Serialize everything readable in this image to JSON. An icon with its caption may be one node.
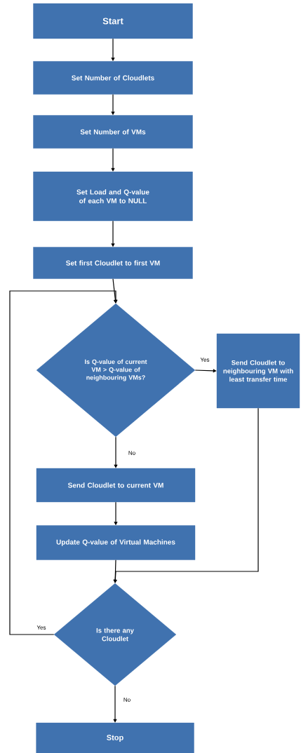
{
  "diagram": {
    "nodes": [
      {
        "text": [
          "Start"
        ]
      },
      {
        "text": [
          "Set Number of Cloudlets"
        ]
      },
      {
        "text": [
          "Set Number of VMs"
        ]
      },
      {
        "text": [
          "Set Load and Q-value of each VM to NULL"
        ]
      },
      {
        "text": [
          "Set first Cloudlet to first VM"
        ]
      },
      {
        "text": [
          "Is Q-value of current VM > Q-value of neighbouring VMs?"
        ]
      },
      {
        "text": [
          "Send Cloudlet to neighbouring VM with least transfer time"
        ]
      },
      {
        "text": [
          "Send Cloudlet to current VM"
        ]
      },
      {
        "text": [
          "Update Q-value of Virtual Machines"
        ]
      },
      {
        "text": [
          "Is there any Cloudlet"
        ]
      },
      {
        "text": [
          "Stop"
        ]
      }
    ],
    "edges": [
      {
        "from": 0,
        "to": 1,
        "arrow": "to"
      },
      {
        "from": 1,
        "to": 2,
        "arrow": "to"
      },
      {
        "from": 2,
        "to": 3,
        "arrow": "to"
      },
      {
        "from": 3,
        "to": 4,
        "arrow": "to"
      },
      {
        "from": 4,
        "to": 5,
        "arrow": "to"
      },
      {
        "from": 5,
        "to": 6,
        "arrow": "to",
        "label": "Yes"
      },
      {
        "from": 5,
        "to": 7,
        "arrow": "to",
        "label": "No"
      },
      {
        "from": 7,
        "to": 8,
        "arrow": "to"
      },
      {
        "from": 8,
        "to": 9,
        "arrow": "to"
      },
      {
        "from": 6,
        "to": 9,
        "arrow": "to"
      },
      {
        "from": 9,
        "to": 5,
        "arrow": "to",
        "label": "Yes"
      },
      {
        "from": 9,
        "to": 10,
        "arrow": "to",
        "label": "No"
      }
    ]
  }
}
